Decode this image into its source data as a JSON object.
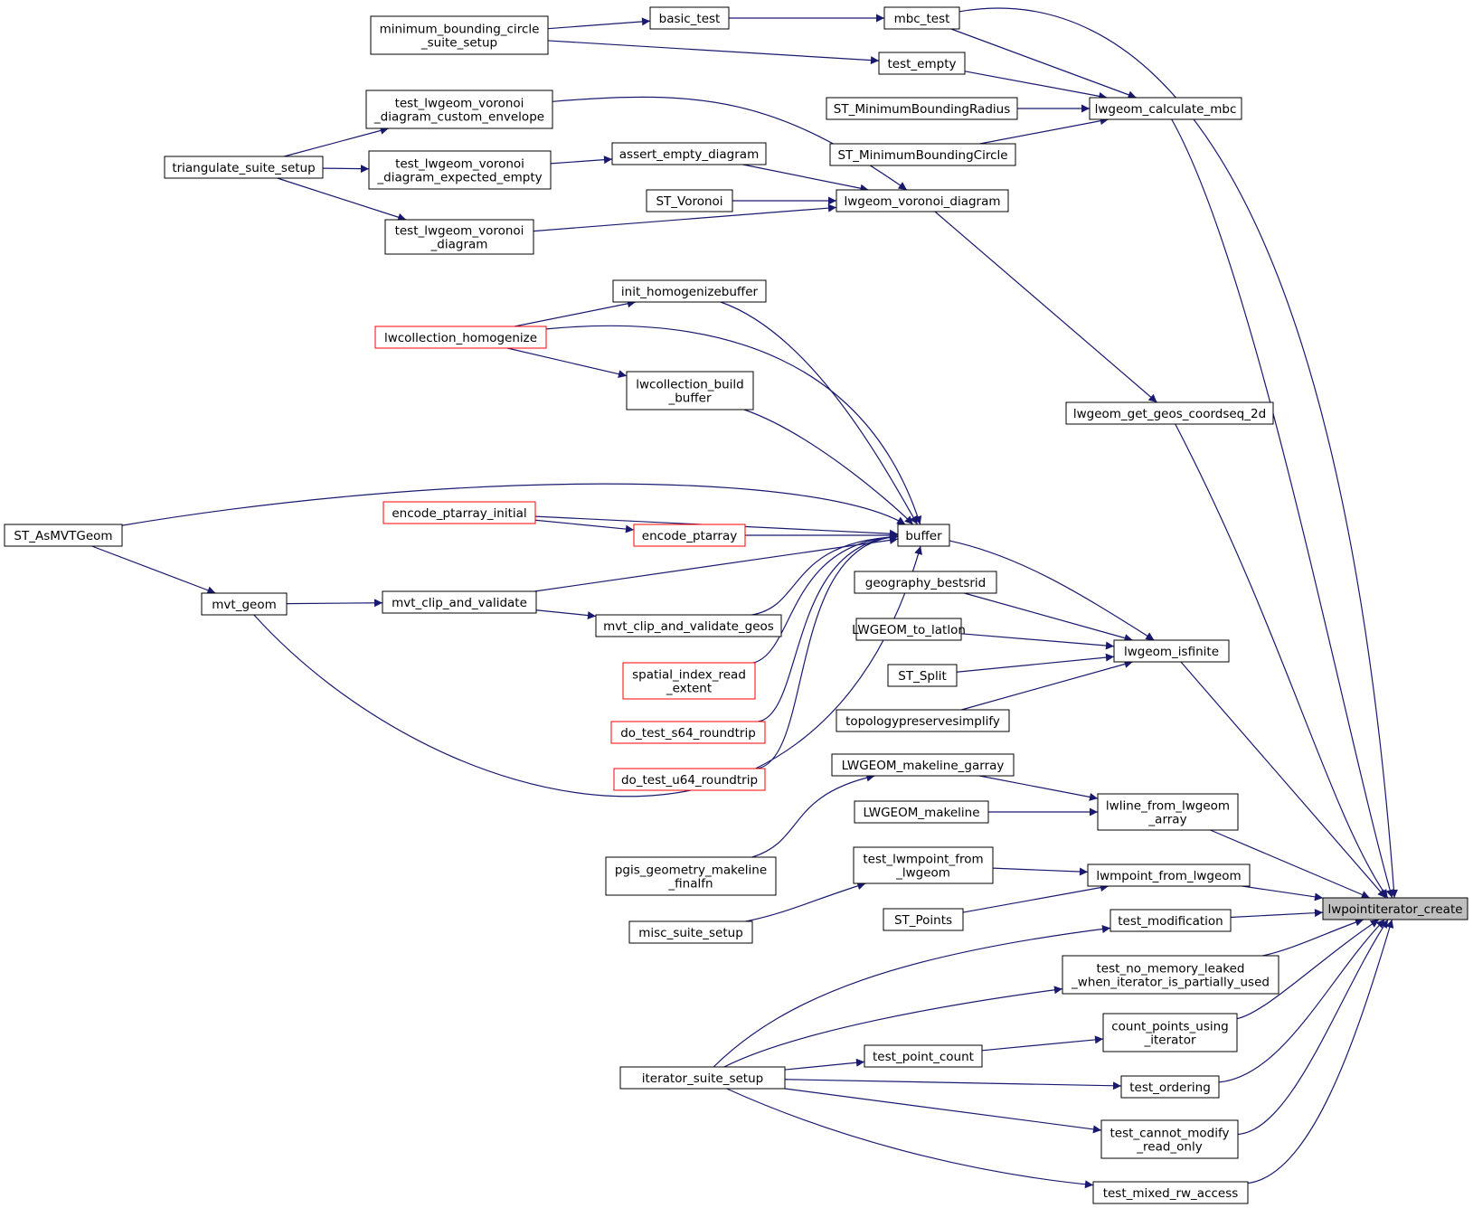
{
  "colors": {
    "edge": "#191970",
    "border": "#000000",
    "truncated_border": "#ff0000",
    "highlight_fill": "#bfbfbf",
    "background": "#ffffff"
  },
  "nodes": [
    {
      "id": "lwpointiterator_create",
      "lines": [
        "lwpointiterator_create"
      ],
      "highlight": true
    },
    {
      "id": "minimum_bounding_circle_suite_setup",
      "lines": [
        "minimum_bounding_circle",
        "_suite_setup"
      ]
    },
    {
      "id": "basic_test",
      "lines": [
        "basic_test"
      ]
    },
    {
      "id": "mbc_test",
      "lines": [
        "mbc_test"
      ]
    },
    {
      "id": "test_empty",
      "lines": [
        "test_empty"
      ]
    },
    {
      "id": "ST_MinimumBoundingRadius",
      "lines": [
        "ST_MinimumBoundingRadius"
      ]
    },
    {
      "id": "lwgeom_calculate_mbc",
      "lines": [
        "lwgeom_calculate_mbc"
      ]
    },
    {
      "id": "ST_MinimumBoundingCircle",
      "lines": [
        "ST_MinimumBoundingCircle"
      ]
    },
    {
      "id": "triangulate_suite_setup",
      "lines": [
        "triangulate_suite_setup"
      ]
    },
    {
      "id": "test_lwgeom_voronoi_diagram_custom_envelope",
      "lines": [
        "test_lwgeom_voronoi",
        "_diagram_custom_envelope"
      ]
    },
    {
      "id": "test_lwgeom_voronoi_diagram_expected_empty",
      "lines": [
        "test_lwgeom_voronoi",
        "_diagram_expected_empty"
      ]
    },
    {
      "id": "test_lwgeom_voronoi_diagram",
      "lines": [
        "test_lwgeom_voronoi",
        "_diagram"
      ]
    },
    {
      "id": "assert_empty_diagram",
      "lines": [
        "assert_empty_diagram"
      ]
    },
    {
      "id": "ST_Voronoi",
      "lines": [
        "ST_Voronoi"
      ]
    },
    {
      "id": "lwgeom_voronoi_diagram",
      "lines": [
        "lwgeom_voronoi_diagram"
      ]
    },
    {
      "id": "lwgeom_get_geos_coordseq_2d",
      "lines": [
        "lwgeom_get_geos_coordseq_2d"
      ]
    },
    {
      "id": "init_homogenizebuffer",
      "lines": [
        "init_homogenizebuffer"
      ]
    },
    {
      "id": "lwcollection_homogenize",
      "lines": [
        "lwcollection_homogenize"
      ],
      "truncated": true
    },
    {
      "id": "lwcollection_build_buffer",
      "lines": [
        "lwcollection_build",
        "_buffer"
      ]
    },
    {
      "id": "buffer",
      "lines": [
        "buffer"
      ]
    },
    {
      "id": "ST_AsMVTGeom",
      "lines": [
        "ST_AsMVTGeom"
      ]
    },
    {
      "id": "encode_ptarray_initial",
      "lines": [
        "encode_ptarray_initial"
      ],
      "truncated": true
    },
    {
      "id": "encode_ptarray",
      "lines": [
        "encode_ptarray"
      ],
      "truncated": true
    },
    {
      "id": "mvt_geom",
      "lines": [
        "mvt_geom"
      ]
    },
    {
      "id": "mvt_clip_and_validate",
      "lines": [
        "mvt_clip_and_validate"
      ]
    },
    {
      "id": "mvt_clip_and_validate_geos",
      "lines": [
        "mvt_clip_and_validate_geos"
      ]
    },
    {
      "id": "spatial_index_read_extent",
      "lines": [
        "spatial_index_read",
        "_extent"
      ],
      "truncated": true
    },
    {
      "id": "do_test_s64_roundtrip",
      "lines": [
        "do_test_s64_roundtrip"
      ],
      "truncated": true
    },
    {
      "id": "do_test_u64_roundtrip",
      "lines": [
        "do_test_u64_roundtrip"
      ],
      "truncated": true
    },
    {
      "id": "geography_bestsrid",
      "lines": [
        "geography_bestsrid"
      ]
    },
    {
      "id": "LWGEOM_to_latlon",
      "lines": [
        "LWGEOM_to_latlon"
      ]
    },
    {
      "id": "ST_Split",
      "lines": [
        "ST_Split"
      ]
    },
    {
      "id": "topologypreservesimplify",
      "lines": [
        "topologypreservesimplify"
      ]
    },
    {
      "id": "lwgeom_isfinite",
      "lines": [
        "lwgeom_isfinite"
      ]
    },
    {
      "id": "LWGEOM_makeline_garray",
      "lines": [
        "LWGEOM_makeline_garray"
      ]
    },
    {
      "id": "LWGEOM_makeline",
      "lines": [
        "LWGEOM_makeline"
      ]
    },
    {
      "id": "lwline_from_lwgeom_array",
      "lines": [
        "lwline_from_lwgeom",
        "_array"
      ]
    },
    {
      "id": "pgis_geometry_makeline_finalfn",
      "lines": [
        "pgis_geometry_makeline",
        "_finalfn"
      ]
    },
    {
      "id": "test_lwmpoint_from_lwgeom",
      "lines": [
        "test_lwmpoint_from",
        "_lwgeom"
      ]
    },
    {
      "id": "lwmpoint_from_lwgeom",
      "lines": [
        "lwmpoint_from_lwgeom"
      ]
    },
    {
      "id": "misc_suite_setup",
      "lines": [
        "misc_suite_setup"
      ]
    },
    {
      "id": "ST_Points",
      "lines": [
        "ST_Points"
      ]
    },
    {
      "id": "test_modification",
      "lines": [
        "test_modification"
      ]
    },
    {
      "id": "test_no_memory_leaked_when_iterator_is_partially_used",
      "lines": [
        "test_no_memory_leaked",
        "_when_iterator_is_partially_used"
      ]
    },
    {
      "id": "count_points_using_iterator",
      "lines": [
        "count_points_using",
        "_iterator"
      ]
    },
    {
      "id": "test_point_count",
      "lines": [
        "test_point_count"
      ]
    },
    {
      "id": "iterator_suite_setup",
      "lines": [
        "iterator_suite_setup"
      ]
    },
    {
      "id": "test_ordering",
      "lines": [
        "test_ordering"
      ]
    },
    {
      "id": "test_cannot_modify_read_only",
      "lines": [
        "test_cannot_modify",
        "_read_only"
      ]
    },
    {
      "id": "test_mixed_rw_access",
      "lines": [
        "test_mixed_rw_access"
      ]
    }
  ],
  "edges": [
    [
      "minimum_bounding_circle_suite_setup",
      "basic_test"
    ],
    [
      "basic_test",
      "mbc_test"
    ],
    [
      "minimum_bounding_circle_suite_setup",
      "test_empty"
    ],
    [
      "mbc_test",
      "lwgeom_calculate_mbc"
    ],
    [
      "test_empty",
      "lwgeom_calculate_mbc"
    ],
    [
      "ST_MinimumBoundingRadius",
      "lwgeom_calculate_mbc"
    ],
    [
      "ST_MinimumBoundingCircle",
      "lwgeom_calculate_mbc"
    ],
    [
      "mbc_test",
      "lwpointiterator_create"
    ],
    [
      "lwgeom_calculate_mbc",
      "lwpointiterator_create"
    ],
    [
      "triangulate_suite_setup",
      "test_lwgeom_voronoi_diagram_custom_envelope"
    ],
    [
      "triangulate_suite_setup",
      "test_lwgeom_voronoi_diagram_expected_empty"
    ],
    [
      "triangulate_suite_setup",
      "test_lwgeom_voronoi_diagram"
    ],
    [
      "test_lwgeom_voronoi_diagram_expected_empty",
      "assert_empty_diagram"
    ],
    [
      "test_lwgeom_voronoi_diagram_custom_envelope",
      "lwgeom_voronoi_diagram"
    ],
    [
      "assert_empty_diagram",
      "lwgeom_voronoi_diagram"
    ],
    [
      "ST_Voronoi",
      "lwgeom_voronoi_diagram"
    ],
    [
      "test_lwgeom_voronoi_diagram",
      "lwgeom_voronoi_diagram"
    ],
    [
      "lwgeom_voronoi_diagram",
      "lwgeom_get_geos_coordseq_2d"
    ],
    [
      "lwgeom_get_geos_coordseq_2d",
      "lwpointiterator_create"
    ],
    [
      "lwcollection_homogenize",
      "init_homogenizebuffer"
    ],
    [
      "lwcollection_homogenize",
      "lwcollection_build_buffer"
    ],
    [
      "init_homogenizebuffer",
      "buffer"
    ],
    [
      "lwcollection_homogenize",
      "buffer"
    ],
    [
      "lwcollection_build_buffer",
      "buffer"
    ],
    [
      "ST_AsMVTGeom",
      "buffer"
    ],
    [
      "encode_ptarray_initial",
      "buffer"
    ],
    [
      "encode_ptarray_initial",
      "encode_ptarray"
    ],
    [
      "encode_ptarray",
      "buffer"
    ],
    [
      "mvt_clip_and_validate",
      "buffer"
    ],
    [
      "mvt_clip_and_validate_geos",
      "buffer"
    ],
    [
      "spatial_index_read_extent",
      "buffer"
    ],
    [
      "do_test_s64_roundtrip",
      "buffer"
    ],
    [
      "do_test_u64_roundtrip",
      "buffer"
    ],
    [
      "mvt_geom",
      "buffer"
    ],
    [
      "ST_AsMVTGeom",
      "mvt_geom"
    ],
    [
      "mvt_geom",
      "mvt_clip_and_validate"
    ],
    [
      "mvt_clip_and_validate",
      "mvt_clip_and_validate_geos"
    ],
    [
      "buffer",
      "lwgeom_isfinite"
    ],
    [
      "geography_bestsrid",
      "lwgeom_isfinite"
    ],
    [
      "LWGEOM_to_latlon",
      "lwgeom_isfinite"
    ],
    [
      "ST_Split",
      "lwgeom_isfinite"
    ],
    [
      "topologypreservesimplify",
      "lwgeom_isfinite"
    ],
    [
      "lwgeom_isfinite",
      "lwpointiterator_create"
    ],
    [
      "LWGEOM_makeline_garray",
      "lwline_from_lwgeom_array"
    ],
    [
      "LWGEOM_makeline",
      "lwline_from_lwgeom_array"
    ],
    [
      "pgis_geometry_makeline_finalfn",
      "LWGEOM_makeline_garray"
    ],
    [
      "lwline_from_lwgeom_array",
      "lwpointiterator_create"
    ],
    [
      "test_lwmpoint_from_lwgeom",
      "lwmpoint_from_lwgeom"
    ],
    [
      "misc_suite_setup",
      "test_lwmpoint_from_lwgeom"
    ],
    [
      "ST_Points",
      "lwmpoint_from_lwgeom"
    ],
    [
      "lwmpoint_from_lwgeom",
      "lwpointiterator_create"
    ],
    [
      "test_modification",
      "lwpointiterator_create"
    ],
    [
      "test_no_memory_leaked_when_iterator_is_partially_used",
      "lwpointiterator_create"
    ],
    [
      "count_points_using_iterator",
      "lwpointiterator_create"
    ],
    [
      "test_ordering",
      "lwpointiterator_create"
    ],
    [
      "test_cannot_modify_read_only",
      "lwpointiterator_create"
    ],
    [
      "test_mixed_rw_access",
      "lwpointiterator_create"
    ],
    [
      "iterator_suite_setup",
      "test_modification"
    ],
    [
      "iterator_suite_setup",
      "test_no_memory_leaked_when_iterator_is_partially_used"
    ],
    [
      "iterator_suite_setup",
      "test_point_count"
    ],
    [
      "test_point_count",
      "count_points_using_iterator"
    ],
    [
      "iterator_suite_setup",
      "test_ordering"
    ],
    [
      "iterator_suite_setup",
      "test_cannot_modify_read_only"
    ],
    [
      "iterator_suite_setup",
      "test_mixed_rw_access"
    ]
  ]
}
